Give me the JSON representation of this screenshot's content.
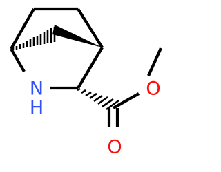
{
  "molecule": {
    "atoms": {
      "N": "N",
      "H": "H",
      "O_ester": "O",
      "O_carbonyl": "O"
    },
    "colors": {
      "bond": "#000000",
      "nitrogen": "#3050f8",
      "oxygen": "#ff0d0d"
    }
  }
}
